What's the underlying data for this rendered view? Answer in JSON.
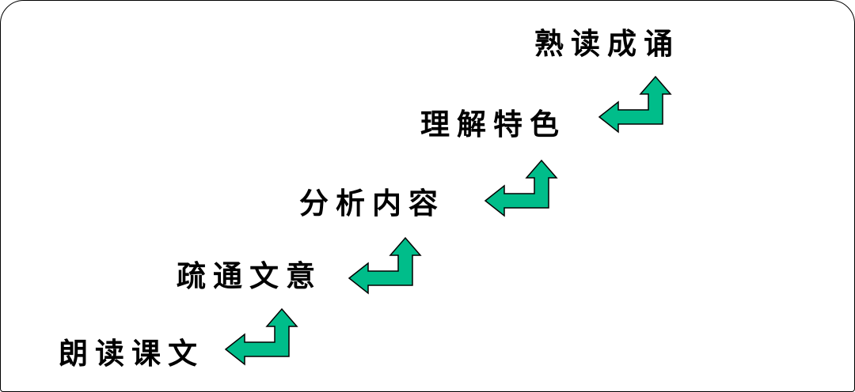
{
  "diagram": {
    "type": "staircase-steps",
    "title": "",
    "arrow_color": "#00bd8a",
    "arrow_outline_color": "#000000",
    "arrow_meaning": "up-left step arrow linking each stage to the next higher stage",
    "steps": [
      {
        "label": "朗读课文"
      },
      {
        "label": "疏通文意"
      },
      {
        "label": "分析内容"
      },
      {
        "label": "理解特色"
      },
      {
        "label": "熟读成诵"
      }
    ]
  }
}
